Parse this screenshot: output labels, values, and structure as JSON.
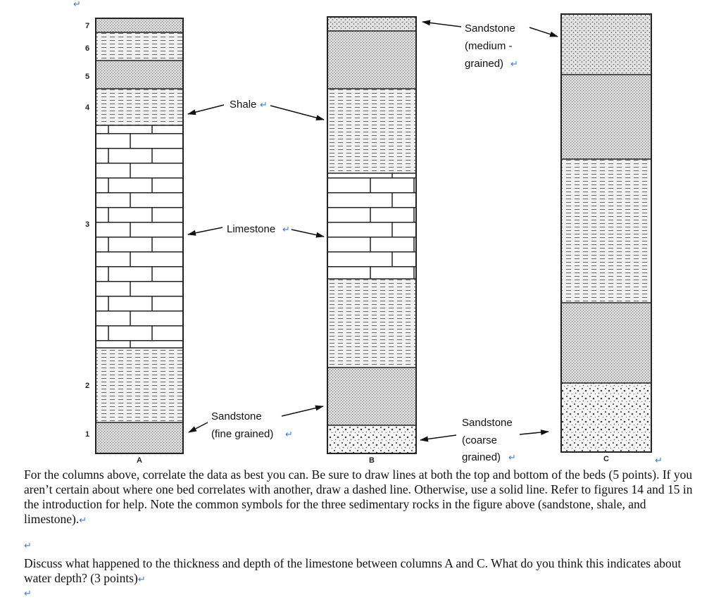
{
  "mark_top": "↵",
  "scale_ticks": [
    "7",
    "6",
    "5",
    "4",
    "3",
    "2",
    "1"
  ],
  "column_names": [
    "A",
    "B",
    "C"
  ],
  "labels": {
    "shale": "Shale",
    "limestone": "Limestone",
    "sandstone_medium": [
      "Sandstone",
      "(medium -",
      "grained)"
    ],
    "sandstone_fine": [
      "Sandstone",
      "(fine grained)"
    ],
    "sandstone_coarse": [
      "Sandstone",
      "(coarse",
      "grained)"
    ]
  },
  "return_mark": "↵",
  "paragraph1": "For the columns above, correlate the data as best you can. Be sure to draw lines at both the top and bottom of the beds (5 points). If you aren’t certain about where one bed correlates with another, draw a dashed line. Otherwise, use a solid line. Refer to figures 14 and 15 in the introduction for help.  Note the common symbols for the three sedimentary rocks in the figure above (sandstone, shale, and limestone).",
  "paragraph2": "Discuss what happened to the thickness and depth of the limestone between columns A and C. What do you think this indicates about water depth? (3 points)"
}
